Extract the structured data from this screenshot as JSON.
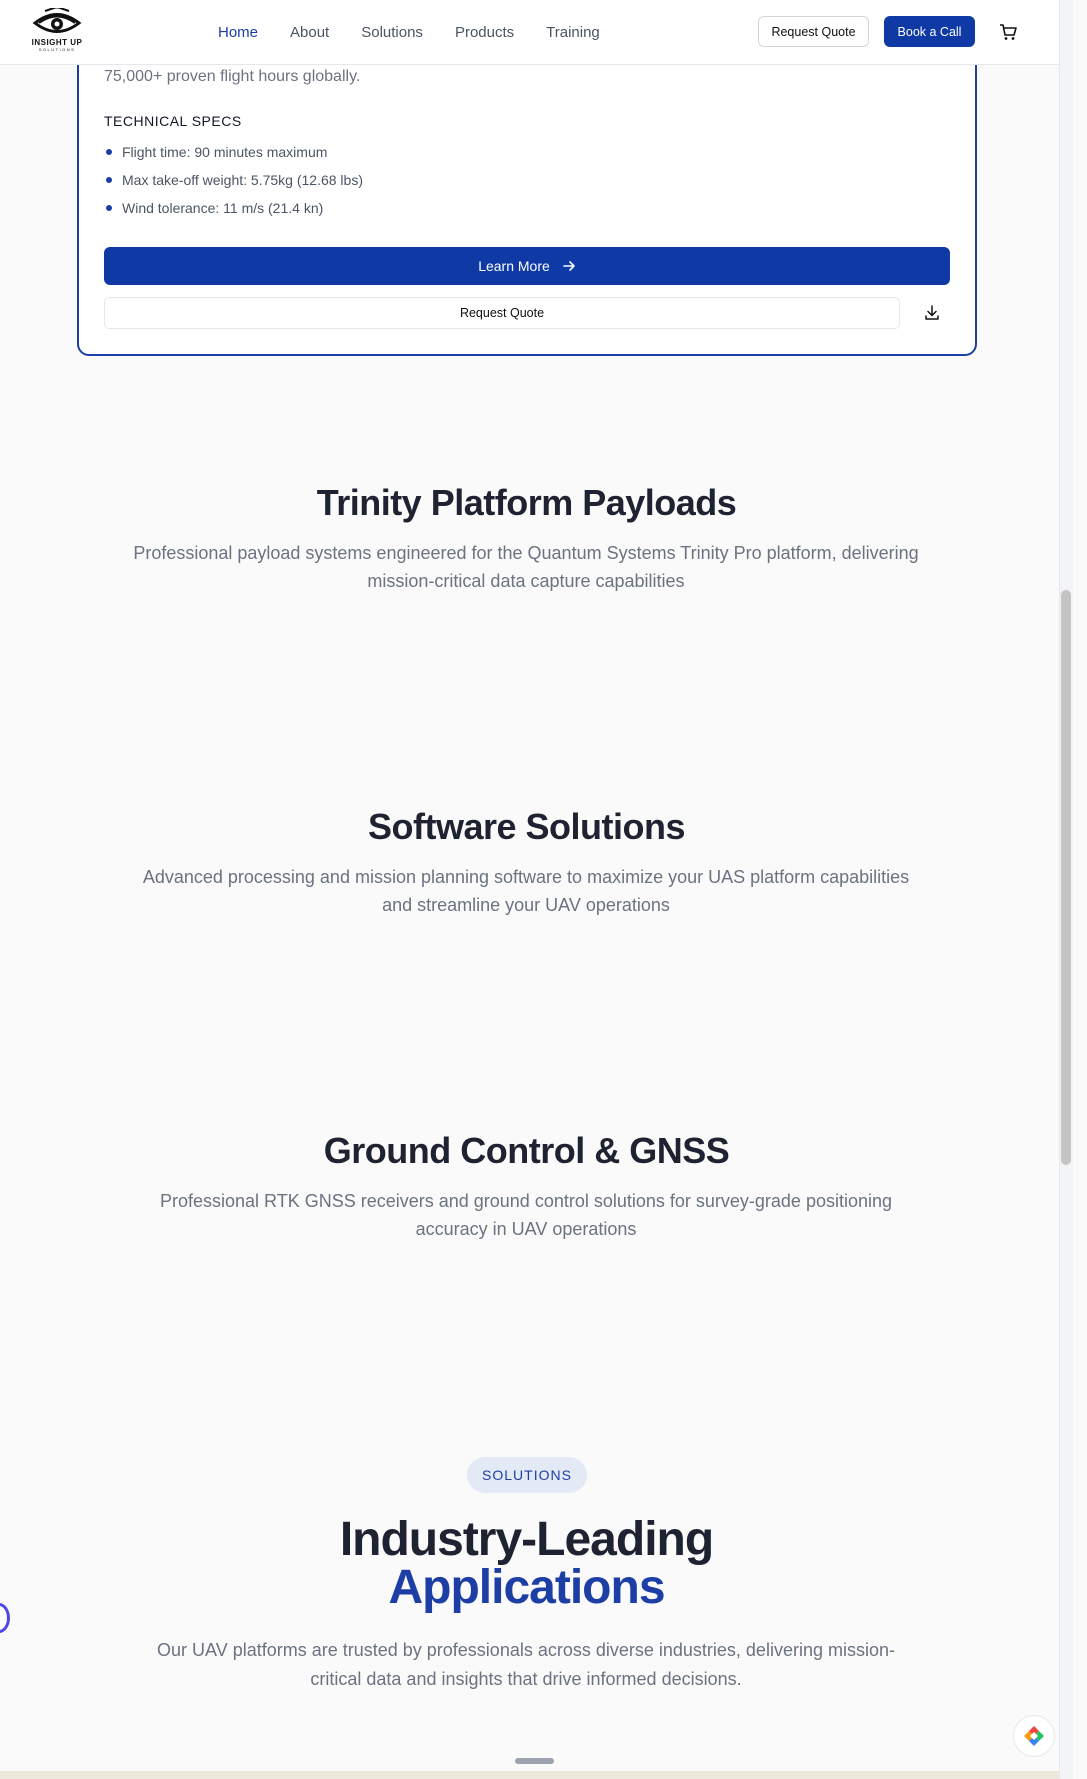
{
  "header": {
    "logo_text": "INSIGHT UP",
    "logo_sub": "SOLUTIONS",
    "nav": [
      {
        "label": "Home",
        "active": true
      },
      {
        "label": "About",
        "active": false
      },
      {
        "label": "Solutions",
        "active": false
      },
      {
        "label": "Products",
        "active": false
      },
      {
        "label": "Training",
        "active": false
      }
    ],
    "request_quote": "Request Quote",
    "book_call": "Book a Call",
    "cart_icon": "cart-icon"
  },
  "product_card": {
    "description_tail": "75,000+ proven flight hours globally.",
    "specs_title": "TECHNICAL SPECS",
    "specs": [
      "Flight time: 90 minutes maximum",
      "Max take-off weight: 5.75kg (12.68 lbs)",
      "Wind tolerance: 11 m/s (21.4 kn)"
    ],
    "learn_more": "Learn More",
    "request_quote": "Request Quote",
    "download_icon": "download-icon"
  },
  "sections": [
    {
      "title": "Trinity Platform Payloads",
      "description": "Professional payload systems engineered for the Quantum Systems Trinity Pro platform, delivering mission-critical data capture capabilities"
    },
    {
      "title": "Software Solutions",
      "description": "Advanced processing and mission planning software to maximize your UAS platform capabilities and streamline your UAV operations"
    },
    {
      "title": "Ground Control & GNSS",
      "description": "Professional RTK GNSS receivers and ground control solutions for survey-grade positioning accuracy in UAV operations"
    }
  ],
  "applications": {
    "badge": "SOLUTIONS",
    "title_line1": "Industry-Leading",
    "title_line2": "Applications",
    "description": "Our UAV platforms are trusted by professionals across diverse industries, delivering mission-critical data and insights that drive informed decisions."
  },
  "colors": {
    "brand": "#0f3aa6",
    "accent_text": "#1d3fa5",
    "muted_text": "#6b7280"
  }
}
